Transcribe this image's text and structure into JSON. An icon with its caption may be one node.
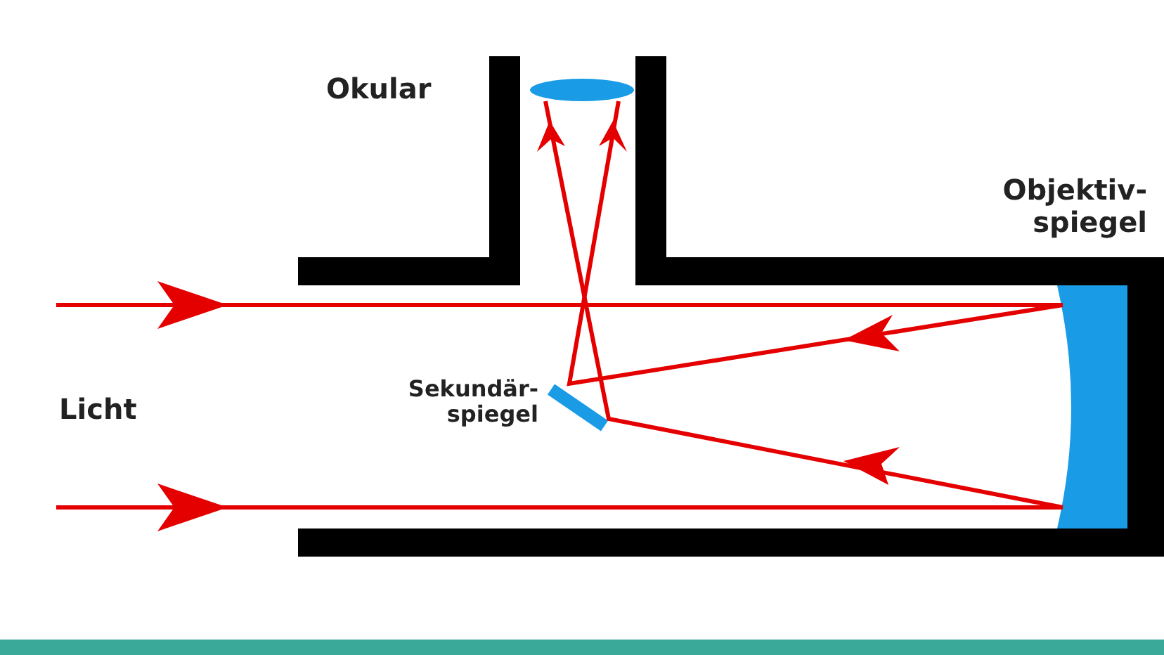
{
  "diagram": {
    "labels": [
      "Okular",
      "Objektiv- spiegel",
      "Licht",
      "Sekundär- spiegel"
    ]
  }
}
